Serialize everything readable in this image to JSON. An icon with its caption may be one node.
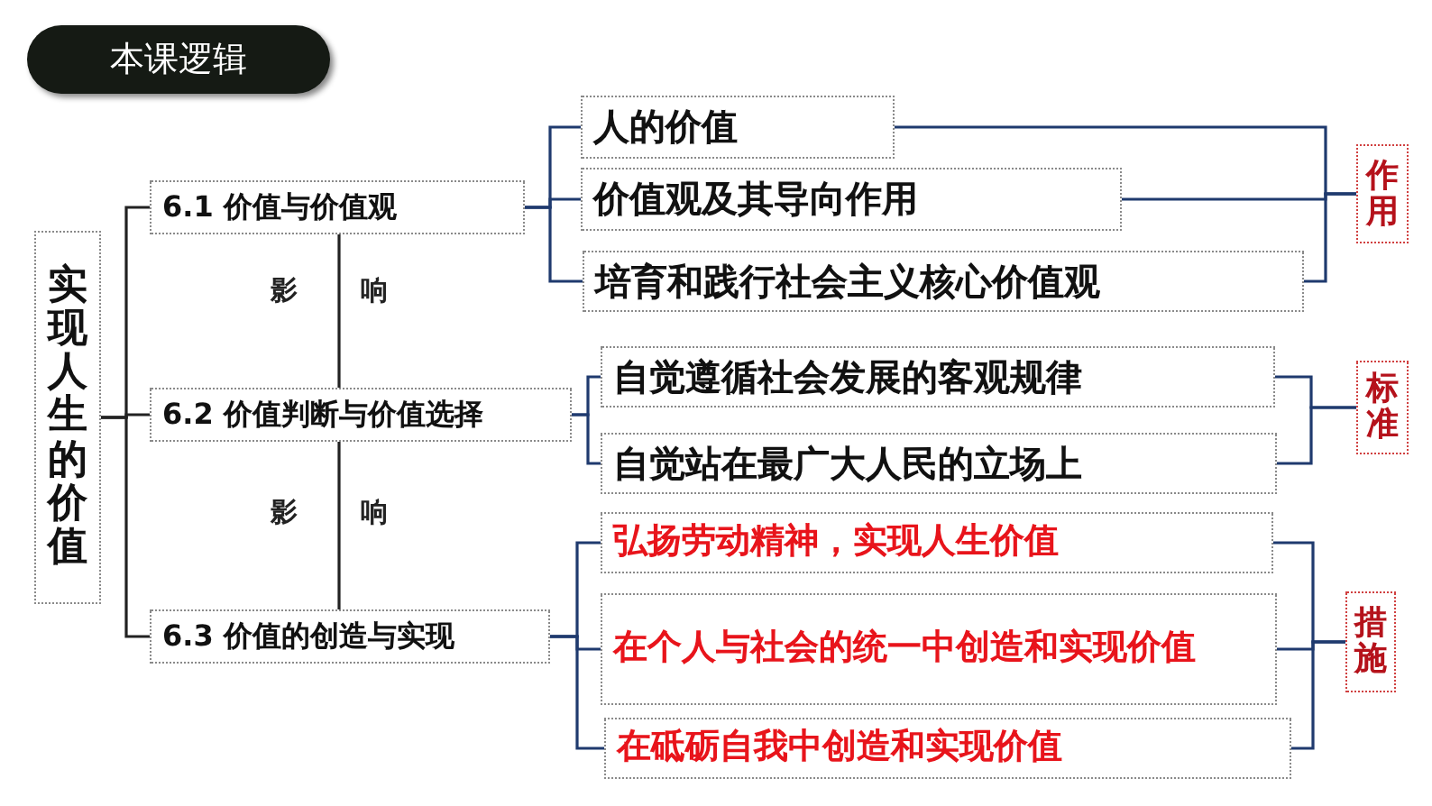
{
  "diagram": {
    "title": "本课逻辑",
    "nodes": [
      {
        "text": [
          "实现人生的价值"
        ]
      },
      {
        "text": [
          "6.1 价值与价值观"
        ]
      },
      {
        "text": [
          "6.2 价值判断与价值选择"
        ]
      },
      {
        "text": [
          "6.3 价值的创造与实现"
        ]
      },
      {
        "text": [
          "人的价值"
        ]
      },
      {
        "text": [
          "价值观及其导向作用"
        ]
      },
      {
        "text": [
          "培育和践行社会主义核心价值观"
        ]
      },
      {
        "text": [
          "作用"
        ]
      },
      {
        "text": [
          "自觉遵循社会发展的客观规律"
        ]
      },
      {
        "text": [
          "自觉站在最广大人民的立场上"
        ]
      },
      {
        "text": [
          "标准"
        ]
      },
      {
        "text": [
          "弘扬劳动精神，实现人生价值"
        ]
      },
      {
        "text": [
          "在个人与社会的统一中创造和实现价值"
        ]
      },
      {
        "text": [
          "在砥砺自我中创造和实现价值"
        ]
      },
      {
        "text": [
          "措施"
        ]
      }
    ],
    "edges": [
      {
        "from": 0,
        "to": 1,
        "arrow": "none",
        "color": "#222222"
      },
      {
        "from": 0,
        "to": 2,
        "arrow": "none",
        "color": "#222222"
      },
      {
        "from": 0,
        "to": 3,
        "arrow": "none",
        "color": "#222222"
      },
      {
        "from": 1,
        "to": 4,
        "arrow": "none"
      },
      {
        "from": 1,
        "to": 5,
        "arrow": "none"
      },
      {
        "from": 1,
        "to": 6,
        "arrow": "none"
      },
      {
        "from": 2,
        "to": 8,
        "arrow": "none"
      },
      {
        "from": 2,
        "to": 9,
        "arrow": "none"
      },
      {
        "from": 3,
        "to": 11,
        "arrow": "none"
      },
      {
        "from": 3,
        "to": 12,
        "arrow": "none"
      },
      {
        "from": 3,
        "to": 13,
        "arrow": "none"
      },
      {
        "from": 4,
        "to": 7,
        "arrow": "none"
      },
      {
        "from": 5,
        "to": 7,
        "arrow": "none"
      },
      {
        "from": 6,
        "to": 7,
        "arrow": "none"
      },
      {
        "from": 8,
        "to": 10,
        "arrow": "none"
      },
      {
        "from": 9,
        "to": 10,
        "arrow": "none"
      },
      {
        "from": 11,
        "to": 14,
        "arrow": "none"
      },
      {
        "from": 12,
        "to": 14,
        "arrow": "none"
      },
      {
        "from": 13,
        "to": 14,
        "arrow": "none"
      },
      {
        "from": 1,
        "to": 2,
        "arrow": "none",
        "color": "#222222"
      },
      {
        "from": 2,
        "to": 3,
        "arrow": "none",
        "color": "#222222"
      }
    ],
    "labels": [
      "影",
      "响",
      "影",
      "响"
    ]
  }
}
